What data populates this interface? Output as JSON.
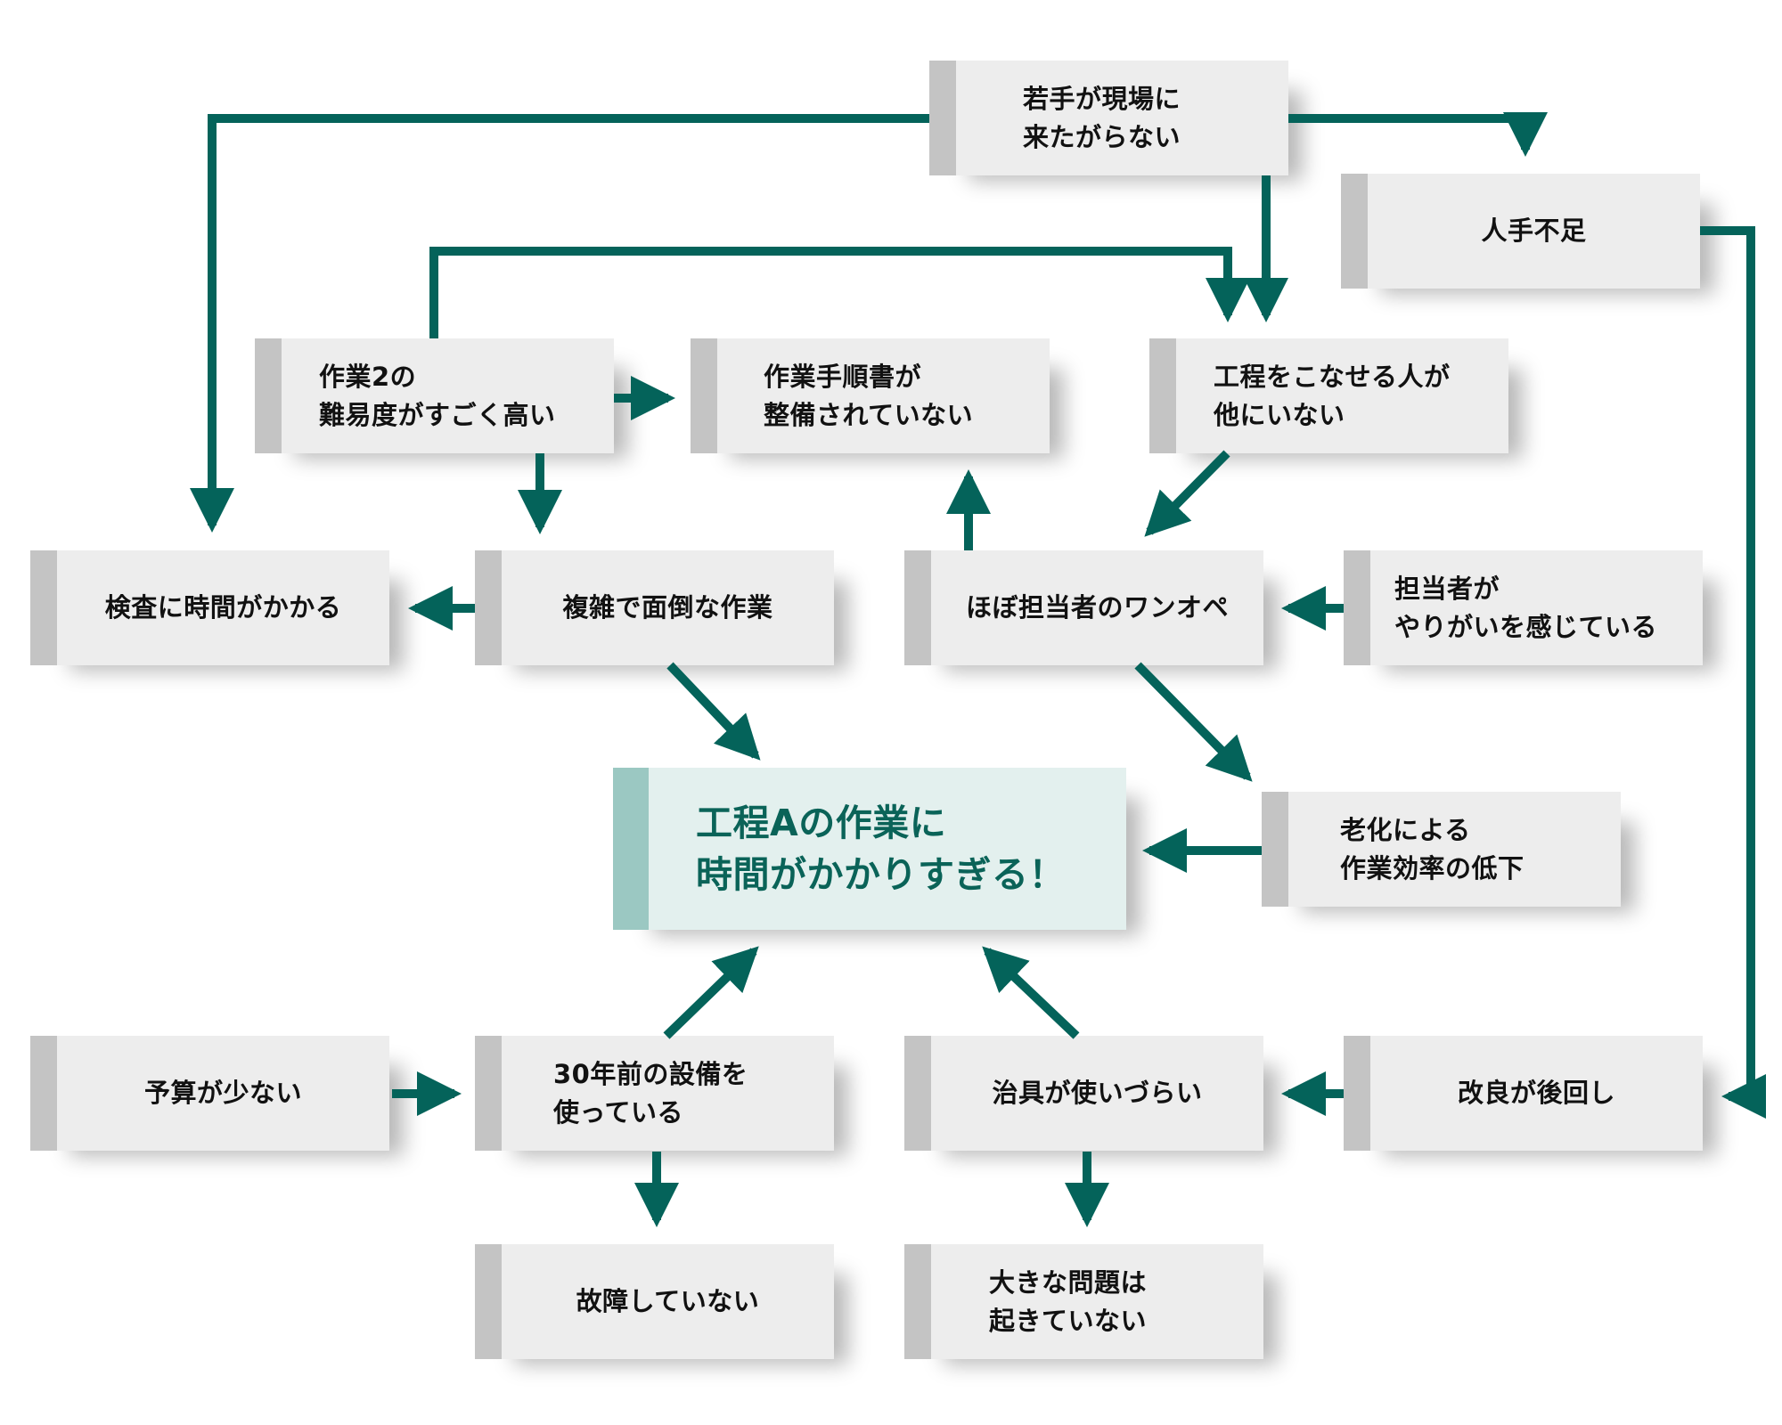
{
  "diagram": {
    "type": "cause-effect-network",
    "colors": {
      "arrow": "#04635a",
      "node_bg": "#ededed",
      "node_bar": "#c4c4c4",
      "main_bg": "#e3f0ee",
      "main_bar": "#9bc8c2",
      "main_text": "#0a6358"
    },
    "main_problem": {
      "id": "main",
      "label": "工程Aの作業に\n時間がかかりすぎる！"
    },
    "nodes": [
      {
        "id": "young",
        "label": "若手が現場に\n来たがらない"
      },
      {
        "id": "shortage",
        "label": "人手不足"
      },
      {
        "id": "task2",
        "label": "作業2の\n難易度がすごく高い"
      },
      {
        "id": "manual",
        "label": "作業手順書が\n整備されていない"
      },
      {
        "id": "noone",
        "label": "工程をこなせる人が\n他にいない"
      },
      {
        "id": "inspect",
        "label": "検査に時間がかかる"
      },
      {
        "id": "complex",
        "label": "複雑で面倒な作業"
      },
      {
        "id": "oneop",
        "label": "ほぼ担当者のワンオペ"
      },
      {
        "id": "rewarding",
        "label": "担当者が\nやりがいを感じている"
      },
      {
        "id": "aging",
        "label": "老化による\n作業効率の低下"
      },
      {
        "id": "budget",
        "label": "予算が少ない"
      },
      {
        "id": "old_equip",
        "label": "30年前の設備を\n使っている"
      },
      {
        "id": "jig",
        "label": "治具が使いづらい"
      },
      {
        "id": "postpone",
        "label": "改良が後回し"
      },
      {
        "id": "nofail",
        "label": "故障していない"
      },
      {
        "id": "noissue",
        "label": "大きな問題は\n起きていない"
      }
    ],
    "edges": [
      {
        "from": "young",
        "to": "inspect"
      },
      {
        "from": "young",
        "to": "shortage"
      },
      {
        "from": "young",
        "to": "noone"
      },
      {
        "from": "task2",
        "to": "noone"
      },
      {
        "from": "task2",
        "to": "manual"
      },
      {
        "from": "task2",
        "to": "complex"
      },
      {
        "from": "shortage",
        "to": "postpone"
      },
      {
        "from": "complex",
        "to": "inspect"
      },
      {
        "from": "complex",
        "to": "main"
      },
      {
        "from": "noone",
        "to": "oneop"
      },
      {
        "from": "oneop",
        "to": "manual"
      },
      {
        "from": "rewarding",
        "to": "oneop"
      },
      {
        "from": "oneop",
        "to": "aging"
      },
      {
        "from": "aging",
        "to": "main"
      },
      {
        "from": "old_equip",
        "to": "main"
      },
      {
        "from": "jig",
        "to": "main"
      },
      {
        "from": "budget",
        "to": "old_equip"
      },
      {
        "from": "postpone",
        "to": "jig"
      },
      {
        "from": "old_equip",
        "to": "nofail"
      },
      {
        "from": "jig",
        "to": "noissue"
      }
    ]
  }
}
